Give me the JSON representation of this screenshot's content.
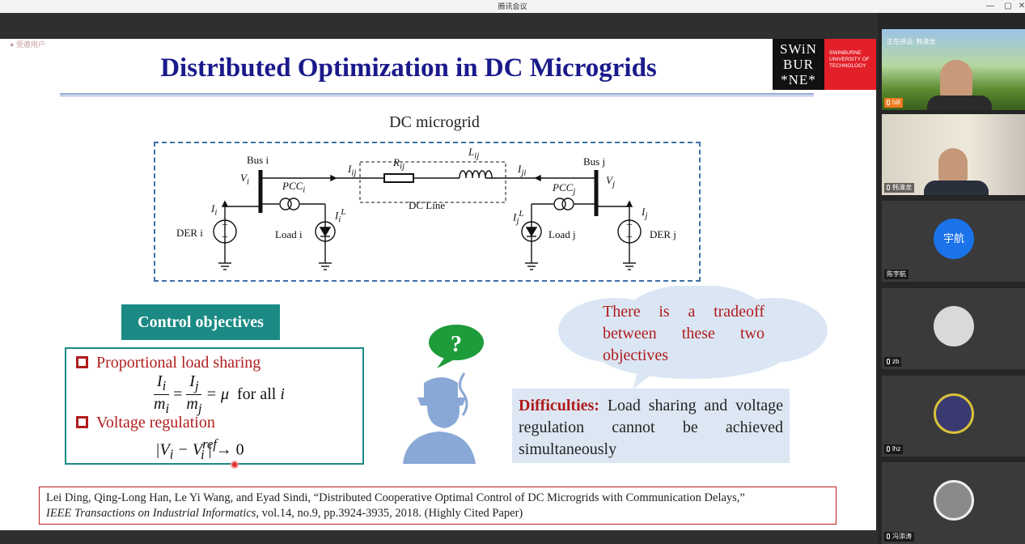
{
  "window": {
    "title": "腾讯会议",
    "controls": [
      "—",
      "▢",
      "✕"
    ]
  },
  "slide": {
    "watermark": "● 受邀用户",
    "title": "Distributed Optimization in DC Microgrids",
    "logo": {
      "lines": [
        "SWiN",
        "BUR",
        "*NE*"
      ],
      "red_text": "SWINBURNE UNIVERSITY OF TECHNOLOGY"
    },
    "circuit": {
      "heading": "DC microgrid",
      "bus_i": "Bus i",
      "bus_j": "Bus j",
      "v_i": "V",
      "v_i_sub": "i",
      "v_j": "V",
      "v_j_sub": "j",
      "pcc_i": "PCC",
      "pcc_i_sub": "i",
      "pcc_j": "PCC",
      "pcc_j_sub": "j",
      "i_ij": "I",
      "i_ij_sub": "ij",
      "i_ji": "I",
      "i_ji_sub": "ji",
      "r_ij": "R",
      "r_ij_sub": "ij",
      "l_ij": "L",
      "l_ij_sub": "ij",
      "dc_line": "DC Line",
      "i_i": "I",
      "i_i_sub": "i",
      "i_j": "I",
      "i_j_sub": "j",
      "il_i": "I",
      "il_i_sub": "i",
      "il_i_sup": "L",
      "il_j": "I",
      "il_j_sub": "j",
      "il_j_sup": "L",
      "der_i": "DER i",
      "der_j": "DER j",
      "load_i": "Load i",
      "load_j": "Load j"
    },
    "control_heading": "Control objectives",
    "bullet1": "Proportional load sharing",
    "formula1": {
      "num_left": "I",
      "num_left_sub": "i",
      "den_left": "m",
      "den_left_sub": "i",
      "eq": "=",
      "num_right": "I",
      "num_right_sub": "j",
      "den_right": "m",
      "den_right_sub": "j",
      "tail": "= μ",
      "for_all": "for all",
      "var": "i"
    },
    "bullet2": "Voltage regulation",
    "formula2": {
      "left": "|V",
      "left_sub": "i",
      "minus": " − V",
      "ref_sup": "ref",
      "ref_sub": "i",
      "tail": "| → 0"
    },
    "question_mark": "?",
    "cloud_text": "There is a tradeoff between these two objectives",
    "difficulties_label": "Difficulties:",
    "difficulties_text": "Load sharing and voltage regulation cannot be achieved simultaneously",
    "reference_line1": "Lei Ding, Qing-Long Han, Le Yi Wang, and Eyad Sindi, “Distributed Cooperative Optimal Control of DC Microgrids with Communication Delays,”",
    "reference_journal": "IEEE Transactions on Industrial Informatics",
    "reference_tail": ", vol.14, no.9, pp.3924-3935, 2018. (Highly Cited Paper)"
  },
  "participants": [
    {
      "name": "hill",
      "speaking_label": "正在讲话: 韩清龙",
      "video": true
    },
    {
      "name": "韩清龙",
      "video": true
    },
    {
      "name": "陈宇航",
      "avatar_text": "宇航",
      "avatar_color": "#1a73e8"
    },
    {
      "name": "zb",
      "avatar_color": "#d9d9d9"
    },
    {
      "name": "lhz",
      "avatar_color": "#3a3a70"
    },
    {
      "name": "冯添涛",
      "avatar_color": "#8a8a8a"
    }
  ],
  "colors": {
    "title_blue": "#1a1a8c",
    "accent_red": "#b01c1c",
    "teal": "#1b8a84",
    "dash_blue": "#3d6fa8"
  }
}
